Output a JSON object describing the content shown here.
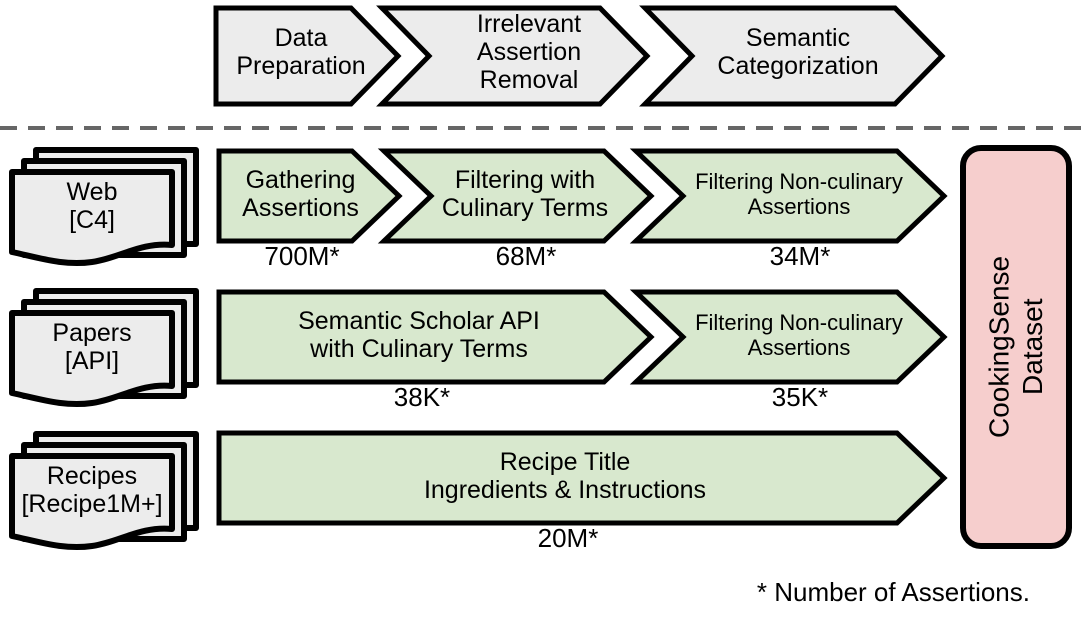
{
  "figure": {
    "title_stages": [
      {
        "id": "data-preparation",
        "label": "Data\nPreparation"
      },
      {
        "id": "irrelevant-assertion-removal",
        "label": "Irrelevant\nAssertion\nRemoval"
      },
      {
        "id": "semantic-categorization",
        "label": "Semantic\nCategorization"
      }
    ],
    "sources": [
      {
        "id": "web",
        "name": "Web",
        "tag": "[C4]",
        "label": "Web\n[C4]"
      },
      {
        "id": "papers",
        "name": "Papers",
        "tag": "[API]",
        "label": "Papers\n[API]"
      },
      {
        "id": "recipes",
        "name": "Recipes",
        "tag": "[Recipe1M+]",
        "label": "Recipes\n[Recipe1M+]"
      }
    ],
    "rows": [
      {
        "source": "Web [C4]",
        "steps": [
          {
            "label": "Gathering\nAssertions",
            "count": "700M*"
          },
          {
            "label": "Filtering with\nCulinary Terms",
            "count": "68M*"
          },
          {
            "label": "Filtering Non-culinary\nAssertions",
            "count": "34M*"
          }
        ]
      },
      {
        "source": "Papers [API]",
        "steps": [
          {
            "label": "Semantic Scholar API\nwith Culinary Terms",
            "count": "38K*"
          },
          {
            "label": "Filtering Non-culinary\nAssertions",
            "count": "35K*"
          }
        ]
      },
      {
        "source": "Recipes [Recipe1M+]",
        "steps": [
          {
            "label": "Recipe Title\nIngredients & Instructions",
            "count": "20M*"
          }
        ]
      }
    ],
    "output": {
      "id": "cookingsense-dataset",
      "label": "CookingSense\nDataset"
    },
    "footnote": "* Number of Assertions.",
    "colors": {
      "stage_fill": "#ececec",
      "process_fill": "#d8e8ce",
      "output_fill": "#f6cecd",
      "stroke": "#000000",
      "divider": "#666666"
    }
  }
}
